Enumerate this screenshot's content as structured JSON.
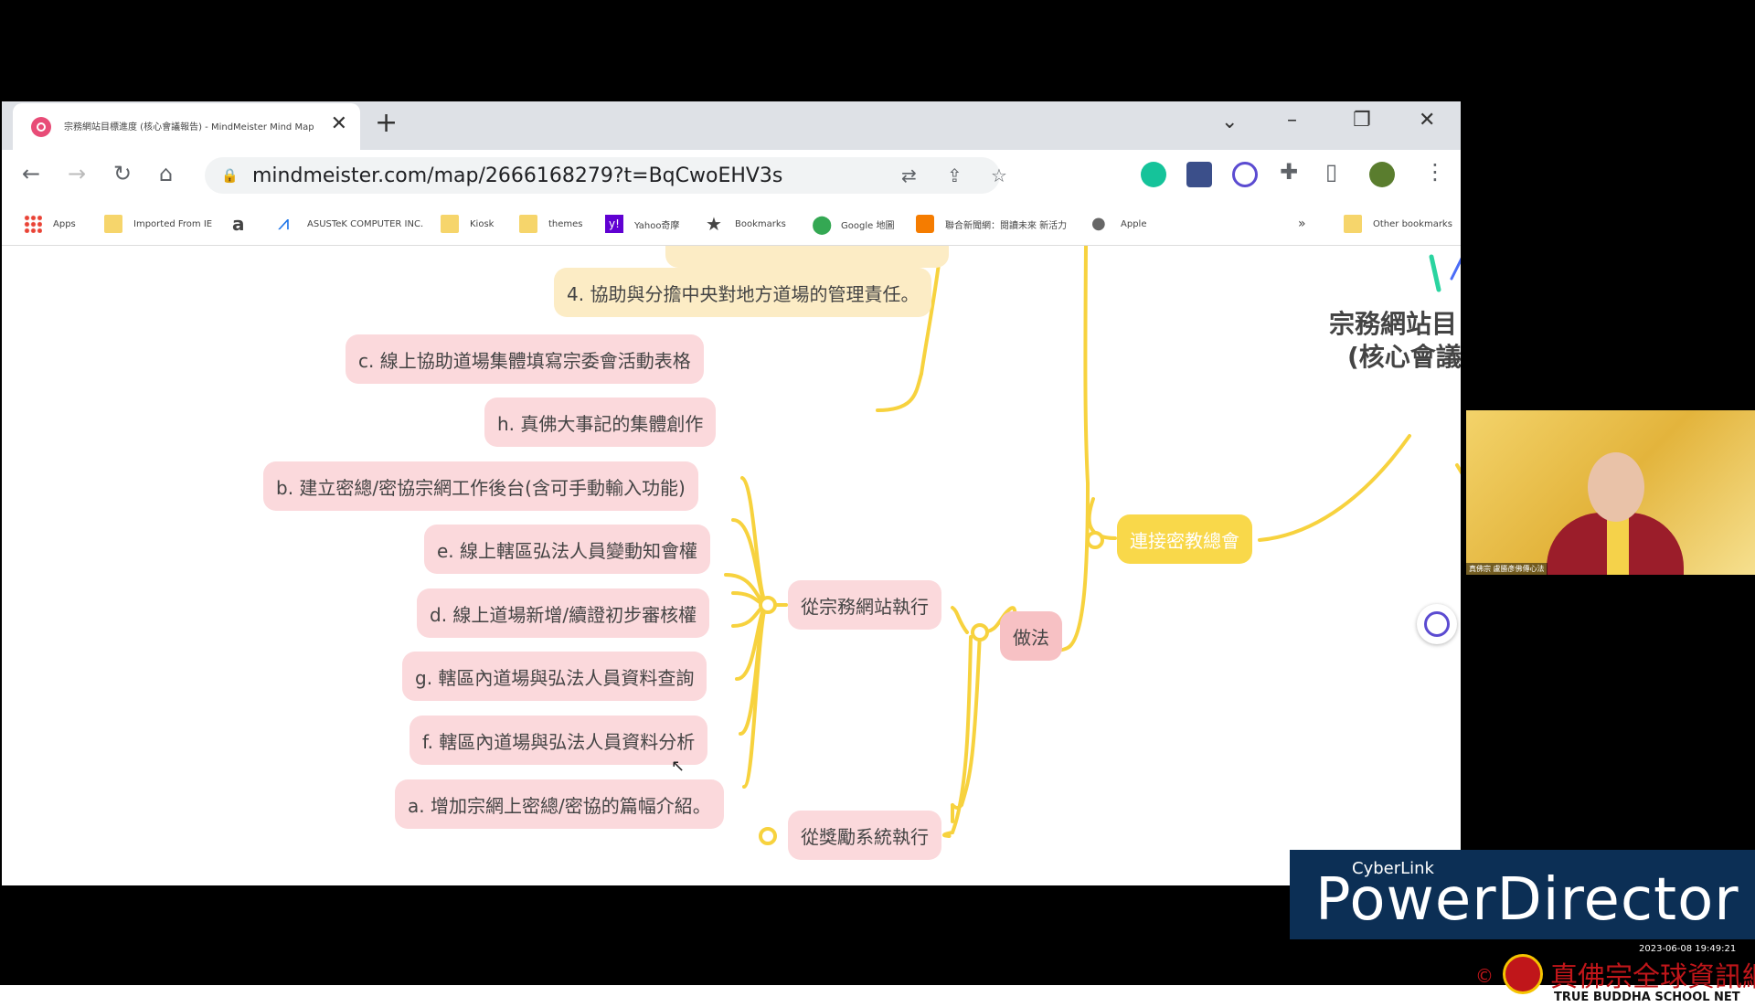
{
  "browser": {
    "tab_title": "宗務網站目標進度 (核心會議報告) - MindMeister Mind Map",
    "url": "mindmeister.com/map/2666168279?t=BqCwoEHV3s",
    "bookmarks": [
      "Apps",
      "Imported From IE",
      "ASUSTeK COMPUTER INC.",
      "Kiosk",
      "themes",
      "Yahoo奇摩",
      "Bookmarks",
      "Google 地圖",
      "聯合新聞網：閱讀未來 新活力",
      "Apple"
    ],
    "other_bookmarks": "Other bookmarks"
  },
  "mindmap": {
    "root_title_line1": "宗務網站目",
    "root_title_line2": "(核心會議",
    "top_item": "4. 協助與分擔中央對地方道場的管理責任。",
    "leaves": [
      "c. 線上協助道場集體填寫宗委會活動表格",
      "h. 真佛大事記的集體創作",
      "b. 建立密總/密協宗網工作後台(含可手動輸入功能)",
      "e. 線上轄區弘法人員變動知會權",
      "d. 線上道場新增/續證初步審核權",
      "g. 轄區內道場與弘法人員資料查詢",
      "f. 轄區內道場與弘法人員資料分析",
      "a. 增加宗網上密總/密協的篇幅介紹。"
    ],
    "branch_site": "從宗務網站執行",
    "branch_reward": "從獎勵系統執行",
    "hub": "做法",
    "gold_node": "連接密教總會"
  },
  "overlay": {
    "webcam_label": "真佛宗 盧勝彥佛傳心法",
    "cyberlink": "CyberLink",
    "powerdirector": "PowerDirector",
    "timestamp": "2023-06-08 19:49:21",
    "logo_cn": "真佛宗全球資訊網",
    "logo_en": "TRUE BUDDHA SCHOOL NET",
    "copyright": "©"
  },
  "colors": {
    "branch_line": "#f7d23e",
    "leaf_bg": "#fbd9dc",
    "gold_node": "#f9d84a"
  }
}
